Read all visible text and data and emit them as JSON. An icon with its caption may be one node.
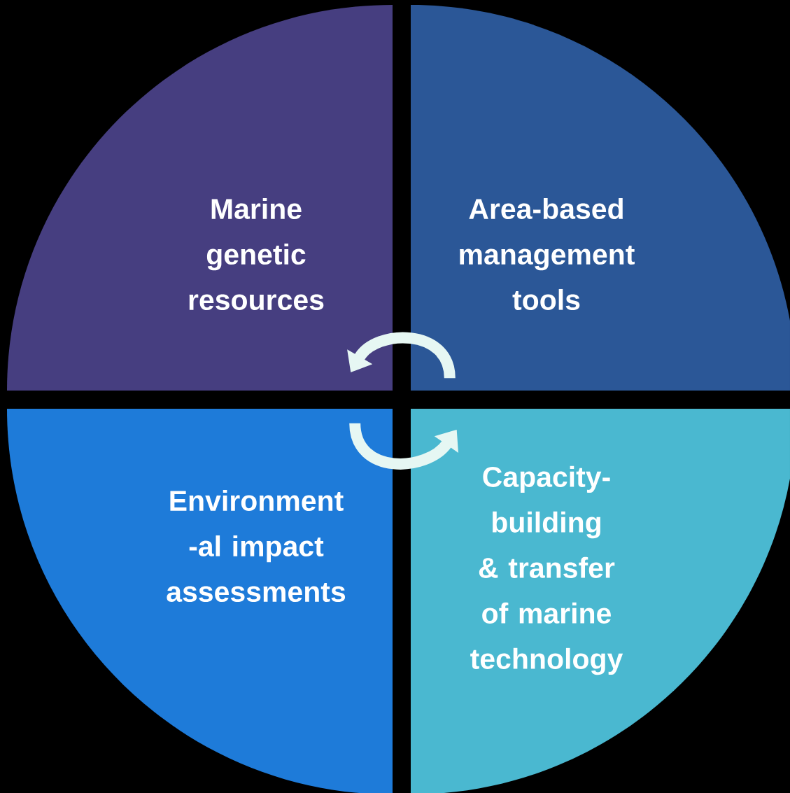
{
  "diagram": {
    "nodes": [
      {
        "text": [
          "Marine genetic resources"
        ]
      },
      {
        "text": [
          "Area-based management tools"
        ]
      },
      {
        "text": [
          "Environment -al impact assessments"
        ]
      },
      {
        "text": [
          "Capacity- building & transfer of marine technology"
        ]
      }
    ],
    "edges": [
      {
        "from": 1,
        "to": 0,
        "arrow": "to"
      },
      {
        "from": 2,
        "to": 3,
        "arrow": "to"
      }
    ]
  }
}
